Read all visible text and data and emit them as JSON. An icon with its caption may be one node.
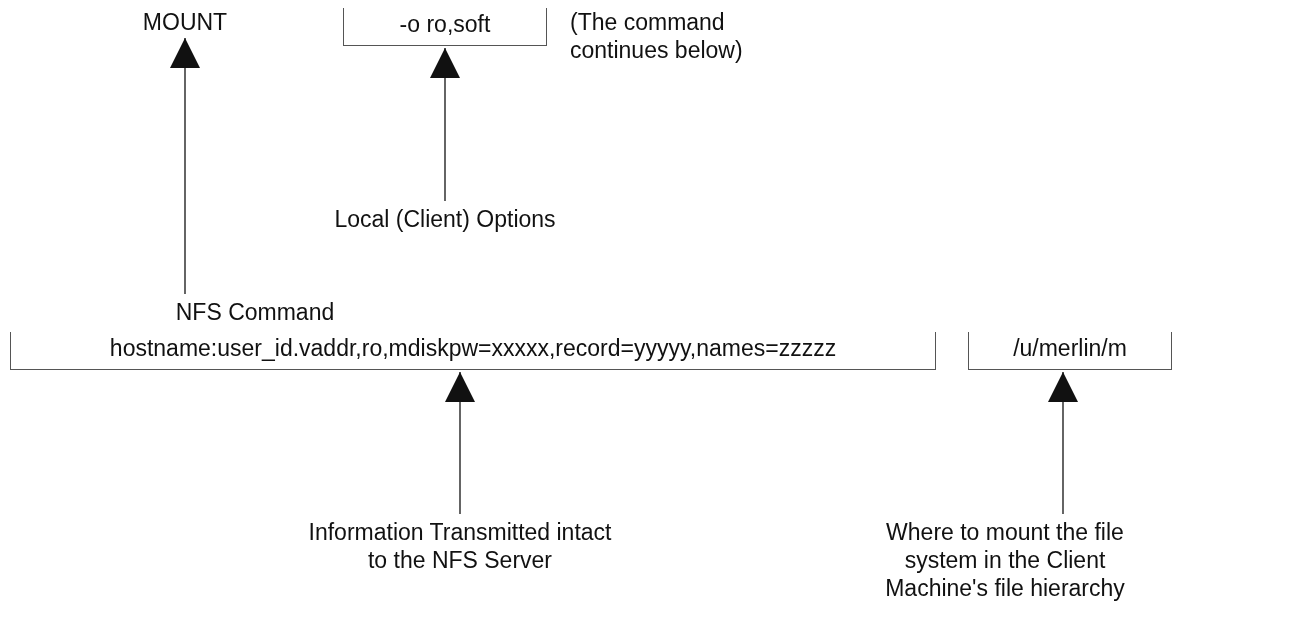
{
  "diagram": {
    "nodes": [
      {
        "text": [
          "MOUNT"
        ]
      },
      {
        "text": [
          "-o ro,soft"
        ]
      },
      {
        "text": [
          "Local (Client) Options"
        ]
      },
      {
        "text": [
          "NFS Command"
        ]
      },
      {
        "text": [
          "hostname:user_id.vaddr,ro,mdiskpw=xxxxx,record=yyyyy,names=zzzzz"
        ]
      },
      {
        "text": [
          "/u/merlin/m"
        ]
      },
      {
        "text": [
          "Information Transmitted intact to the NFS Server"
        ]
      },
      {
        "text": [
          "Where to mount the file system in the Client Machine's file hierarchy"
        ]
      }
    ],
    "edges": [
      {
        "from": 3,
        "to": 0,
        "arrow": "to"
      },
      {
        "from": 2,
        "to": 1,
        "arrow": "to"
      },
      {
        "from": 6,
        "to": 4,
        "arrow": "to"
      },
      {
        "from": 7,
        "to": 5,
        "arrow": "to"
      }
    ],
    "labels": [
      "(The command continues below)"
    ]
  }
}
